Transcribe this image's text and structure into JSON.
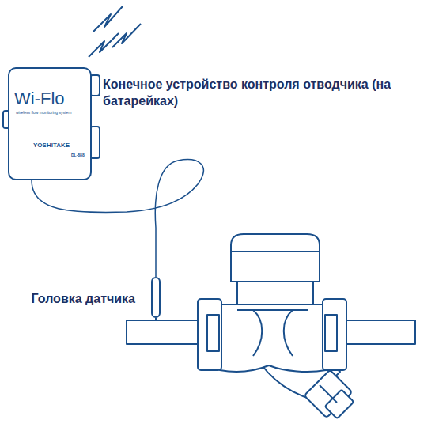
{
  "diagram": {
    "nodes": [
      {
        "text": [
          "Wi-Flo",
          "wireless flow monitoring system",
          "YOSHITAKE",
          "DL-888",
          "Конечное устройство контроля отводчика (на батарейках)"
        ]
      },
      {
        "text": [
          "Головка датчика"
        ]
      }
    ],
    "edges": [
      {
        "from": 0,
        "to": 1,
        "arrow": "none"
      }
    ]
  }
}
